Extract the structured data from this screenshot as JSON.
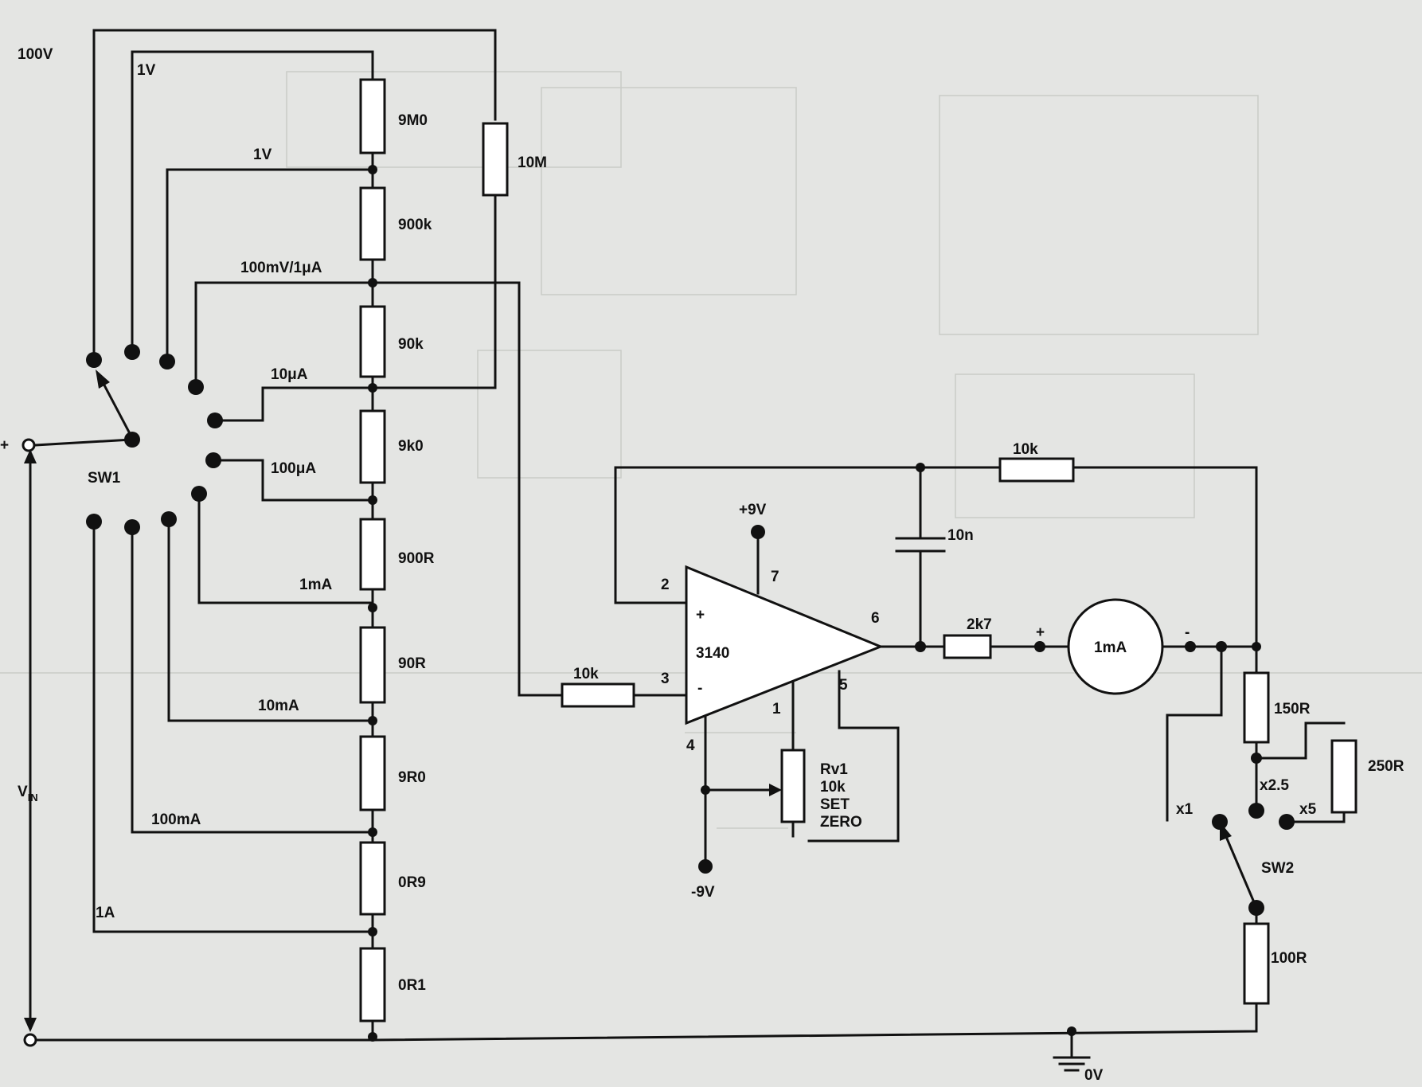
{
  "diagram": {
    "labels": {
      "range_100V": "100V",
      "range_1V_top": "1V",
      "range_1V": "1V",
      "range_100mV_1uA": "100mV/1μA",
      "range_10uA": "10μA",
      "range_100uA": "100μA",
      "range_1mA": "1mA",
      "range_10mA": "10mA",
      "range_100mA": "100mA",
      "range_1A": "1A",
      "sw1": "SW1",
      "sw2": "SW2",
      "plus": "+",
      "vin_main": "V",
      "vin_sub": "IN",
      "r_9M0": "9M0",
      "r_900k": "900k",
      "r_90k": "90k",
      "r_9k0": "9k0",
      "r_900R": "900R",
      "r_90R": "90R",
      "r_9R0": "9R0",
      "r_0R9": "0R9",
      "r_0R1": "0R1",
      "r_10M": "10M",
      "r_10k_input": "10k",
      "r_10k_feedback": "10k",
      "c_10n": "10n",
      "r_2k7": "2k7",
      "meter": "1mA",
      "meter_plus": "+",
      "meter_minus": "-",
      "r_150R": "150R",
      "r_250R": "250R",
      "r_100R": "100R",
      "x1": "x1",
      "x2_5": "x2.5",
      "x5": "x5",
      "opamp": "3140",
      "opamp_plus": "+",
      "opamp_minus": "-",
      "pin2": "2",
      "pin3": "3",
      "pin4": "4",
      "pin5": "5",
      "pin6": "6",
      "pin7": "7",
      "pin1": "1",
      "supply_pos": "+9V",
      "supply_neg": "-9V",
      "rv1_line1": "Rv1",
      "rv1_line2": "10k",
      "rv1_line3": "SET",
      "rv1_line4": "ZERO",
      "ground": "0V"
    }
  }
}
